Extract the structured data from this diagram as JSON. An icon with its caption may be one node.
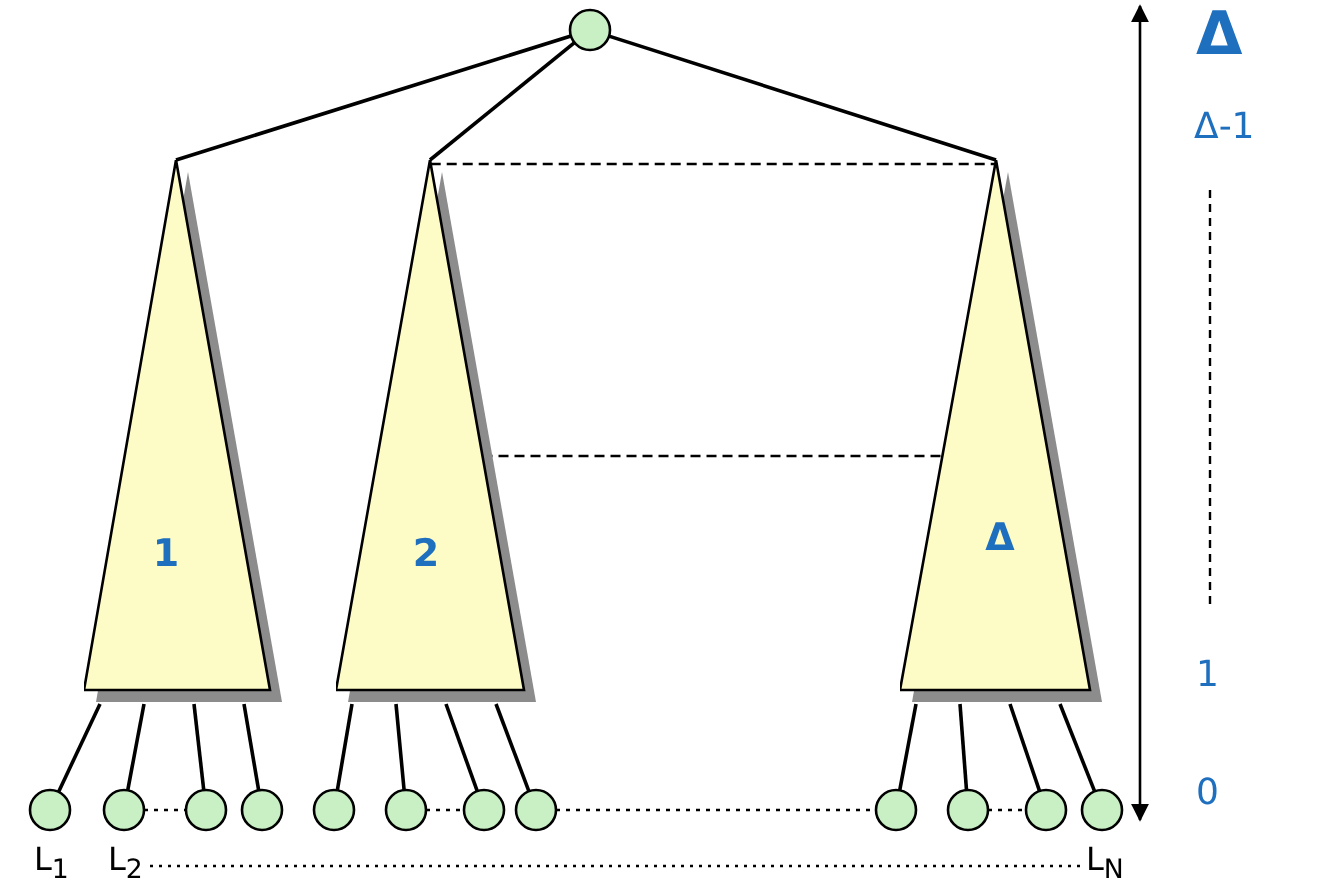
{
  "diagram": {
    "nodes": [
      {
        "text": [],
        "shape": "circle"
      },
      {
        "text": [
          "1"
        ]
      },
      {
        "text": [
          "2"
        ]
      },
      {
        "text": [
          "Δ"
        ]
      },
      {
        "text": [],
        "shape": "circle",
        "beside": [
          "L$_{1}$"
        ]
      },
      {
        "text": [],
        "shape": "circle",
        "beside": [
          "L$_{2}$"
        ]
      },
      {
        "text": [],
        "shape": "circle"
      },
      {
        "text": [],
        "shape": "circle"
      },
      {
        "text": [],
        "shape": "circle"
      },
      {
        "text": [],
        "shape": "circle"
      },
      {
        "text": [],
        "shape": "circle"
      },
      {
        "text": [],
        "shape": "circle"
      },
      {
        "text": [],
        "shape": "circle"
      },
      {
        "text": [],
        "shape": "circle"
      },
      {
        "text": [],
        "shape": "circle"
      },
      {
        "text": [],
        "shape": "circle",
        "beside": [
          "L$_{N}$"
        ]
      }
    ],
    "edges": [
      {
        "from": 0,
        "to": 1,
        "arrow": "none"
      },
      {
        "from": 0,
        "to": 2,
        "arrow": "none"
      },
      {
        "from": 0,
        "to": 3,
        "arrow": "none"
      },
      {
        "from": 2,
        "to": 3,
        "arrow": "none",
        "style": "dashed"
      },
      {
        "from": 2,
        "to": 3,
        "arrow": "none",
        "style": "dashed"
      },
      {
        "from": 1,
        "to": 4,
        "arrow": "none"
      },
      {
        "from": 1,
        "to": 5,
        "arrow": "none"
      },
      {
        "from": 1,
        "to": 6,
        "arrow": "none"
      },
      {
        "from": 1,
        "to": 7,
        "arrow": "none"
      },
      {
        "from": 2,
        "to": 8,
        "arrow": "none"
      },
      {
        "from": 2,
        "to": 9,
        "arrow": "none"
      },
      {
        "from": 2,
        "to": 10,
        "arrow": "none"
      },
      {
        "from": 2,
        "to": 11,
        "arrow": "none"
      },
      {
        "from": 3,
        "to": 12,
        "arrow": "none"
      },
      {
        "from": 3,
        "to": 13,
        "arrow": "none"
      },
      {
        "from": 3,
        "to": 14,
        "arrow": "none"
      },
      {
        "from": 3,
        "to": 15,
        "arrow": "none"
      },
      {
        "from": 5,
        "to": 6,
        "arrow": "none",
        "style": "dashed"
      },
      {
        "from": 9,
        "to": 10,
        "arrow": "none",
        "style": "dashed"
      },
      {
        "from": 11,
        "to": 12,
        "arrow": "none",
        "style": "dashed"
      },
      {
        "from": 13,
        "to": 14,
        "arrow": "none",
        "style": "dashed"
      }
    ],
    "labels": [
      "Δ",
      "Δ-1",
      "1",
      "0"
    ]
  }
}
